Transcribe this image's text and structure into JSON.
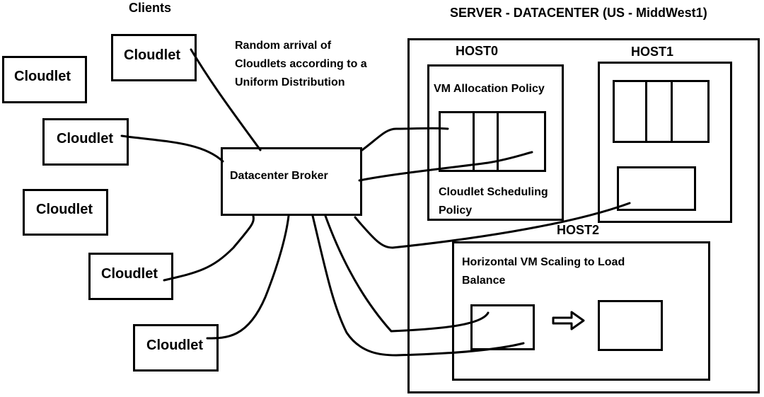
{
  "clients": {
    "title": "Clients",
    "cloudlets": [
      "Cloudlet",
      "Cloudlet",
      "Cloudlet",
      "Cloudlet",
      "Cloudlet",
      "Cloudlet"
    ]
  },
  "arrival_note": [
    "Random arrival of",
    "Cloudlets according to a",
    "Uniform Distribution"
  ],
  "broker": {
    "label": "Datacenter Broker"
  },
  "server": {
    "title": "SERVER - DATACENTER (US - MiddWest1)",
    "host0": {
      "title": "HOST0",
      "vm_allocation": "VM Allocation Policy",
      "cloudlet_scheduling": [
        "Cloudlet Scheduling",
        "Policy"
      ]
    },
    "host1": {
      "title": "HOST1"
    },
    "host2": {
      "title": "HOST2",
      "scaling": [
        "Horizontal VM Scaling to Load",
        "Balance"
      ]
    }
  }
}
